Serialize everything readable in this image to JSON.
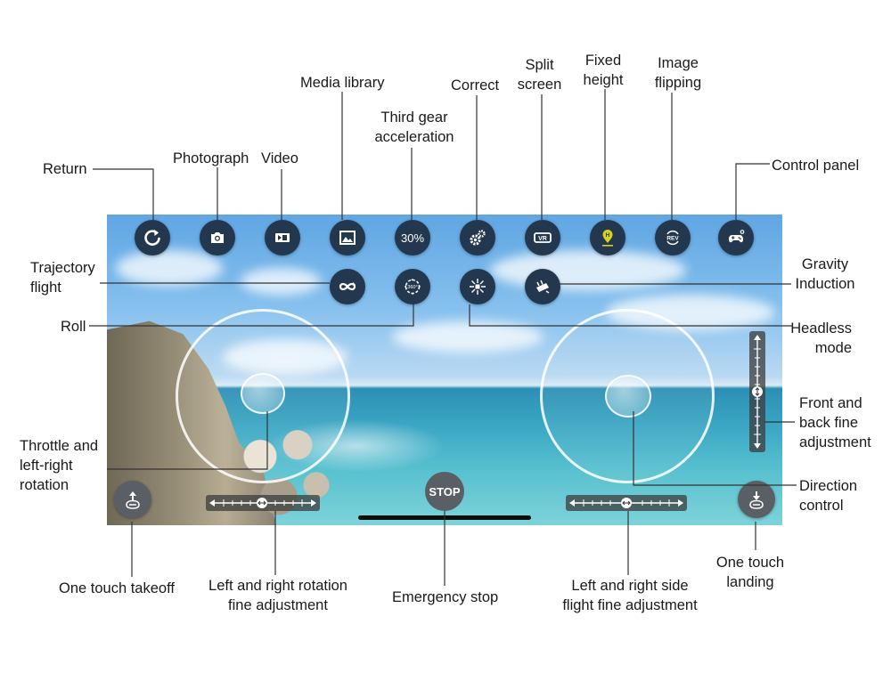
{
  "labels": {
    "return": "Return",
    "photograph": "Photograph",
    "video": "Video",
    "media_library": "Media library",
    "third_gear_1": "Third gear",
    "third_gear_2": "acceleration",
    "correct": "Correct",
    "split_1": "Split",
    "split_2": "screen",
    "fixed_1": "Fixed",
    "fixed_2": "height",
    "image_1": "Image",
    "image_2": "flipping",
    "control_panel": "Control panel",
    "trajectory_1": "Trajectory",
    "trajectory_2": "flight",
    "roll": "Roll",
    "gravity_1": "Gravity",
    "gravity_2": "Induction",
    "headless_1": "Headless",
    "headless_2": "mode",
    "front_back_1": "Front and",
    "front_back_2": "back fine",
    "front_back_3": "adjustment",
    "throttle_1": "Throttle and",
    "throttle_2": "left-right",
    "throttle_3": "rotation",
    "direction_1": "Direction",
    "direction_2": "control",
    "takeoff": "One touch takeoff",
    "rotation_fine_1": "Left and right rotation",
    "rotation_fine_2": "fine adjustment",
    "emergency": "Emergency stop",
    "side_fine_1": "Left and right side",
    "side_fine_2": "flight fine adjustment",
    "landing_1": "One touch",
    "landing_2": "landing"
  },
  "screen": {
    "speed_button": "30%",
    "stop_button": "STOP",
    "image_flip_button": "REV"
  },
  "icons": {
    "return": "return-icon",
    "photograph": "camera-icon",
    "video": "video-icon",
    "media": "gallery-icon",
    "correct": "gears-icon",
    "split": "vr-icon",
    "fixed_height": "altitude-hold-icon",
    "image_flip": "rev-icon",
    "control_panel": "gamepad-icon",
    "trajectory": "trajectory-icon",
    "roll": "roll-360-icon",
    "headless": "headless-icon",
    "gravity": "gravity-icon",
    "takeoff": "takeoff-icon",
    "landing": "landing-icon"
  },
  "colors": {
    "button": "#23384f",
    "fixed_height": "#d9d21a",
    "stop": "#5a5f66"
  }
}
